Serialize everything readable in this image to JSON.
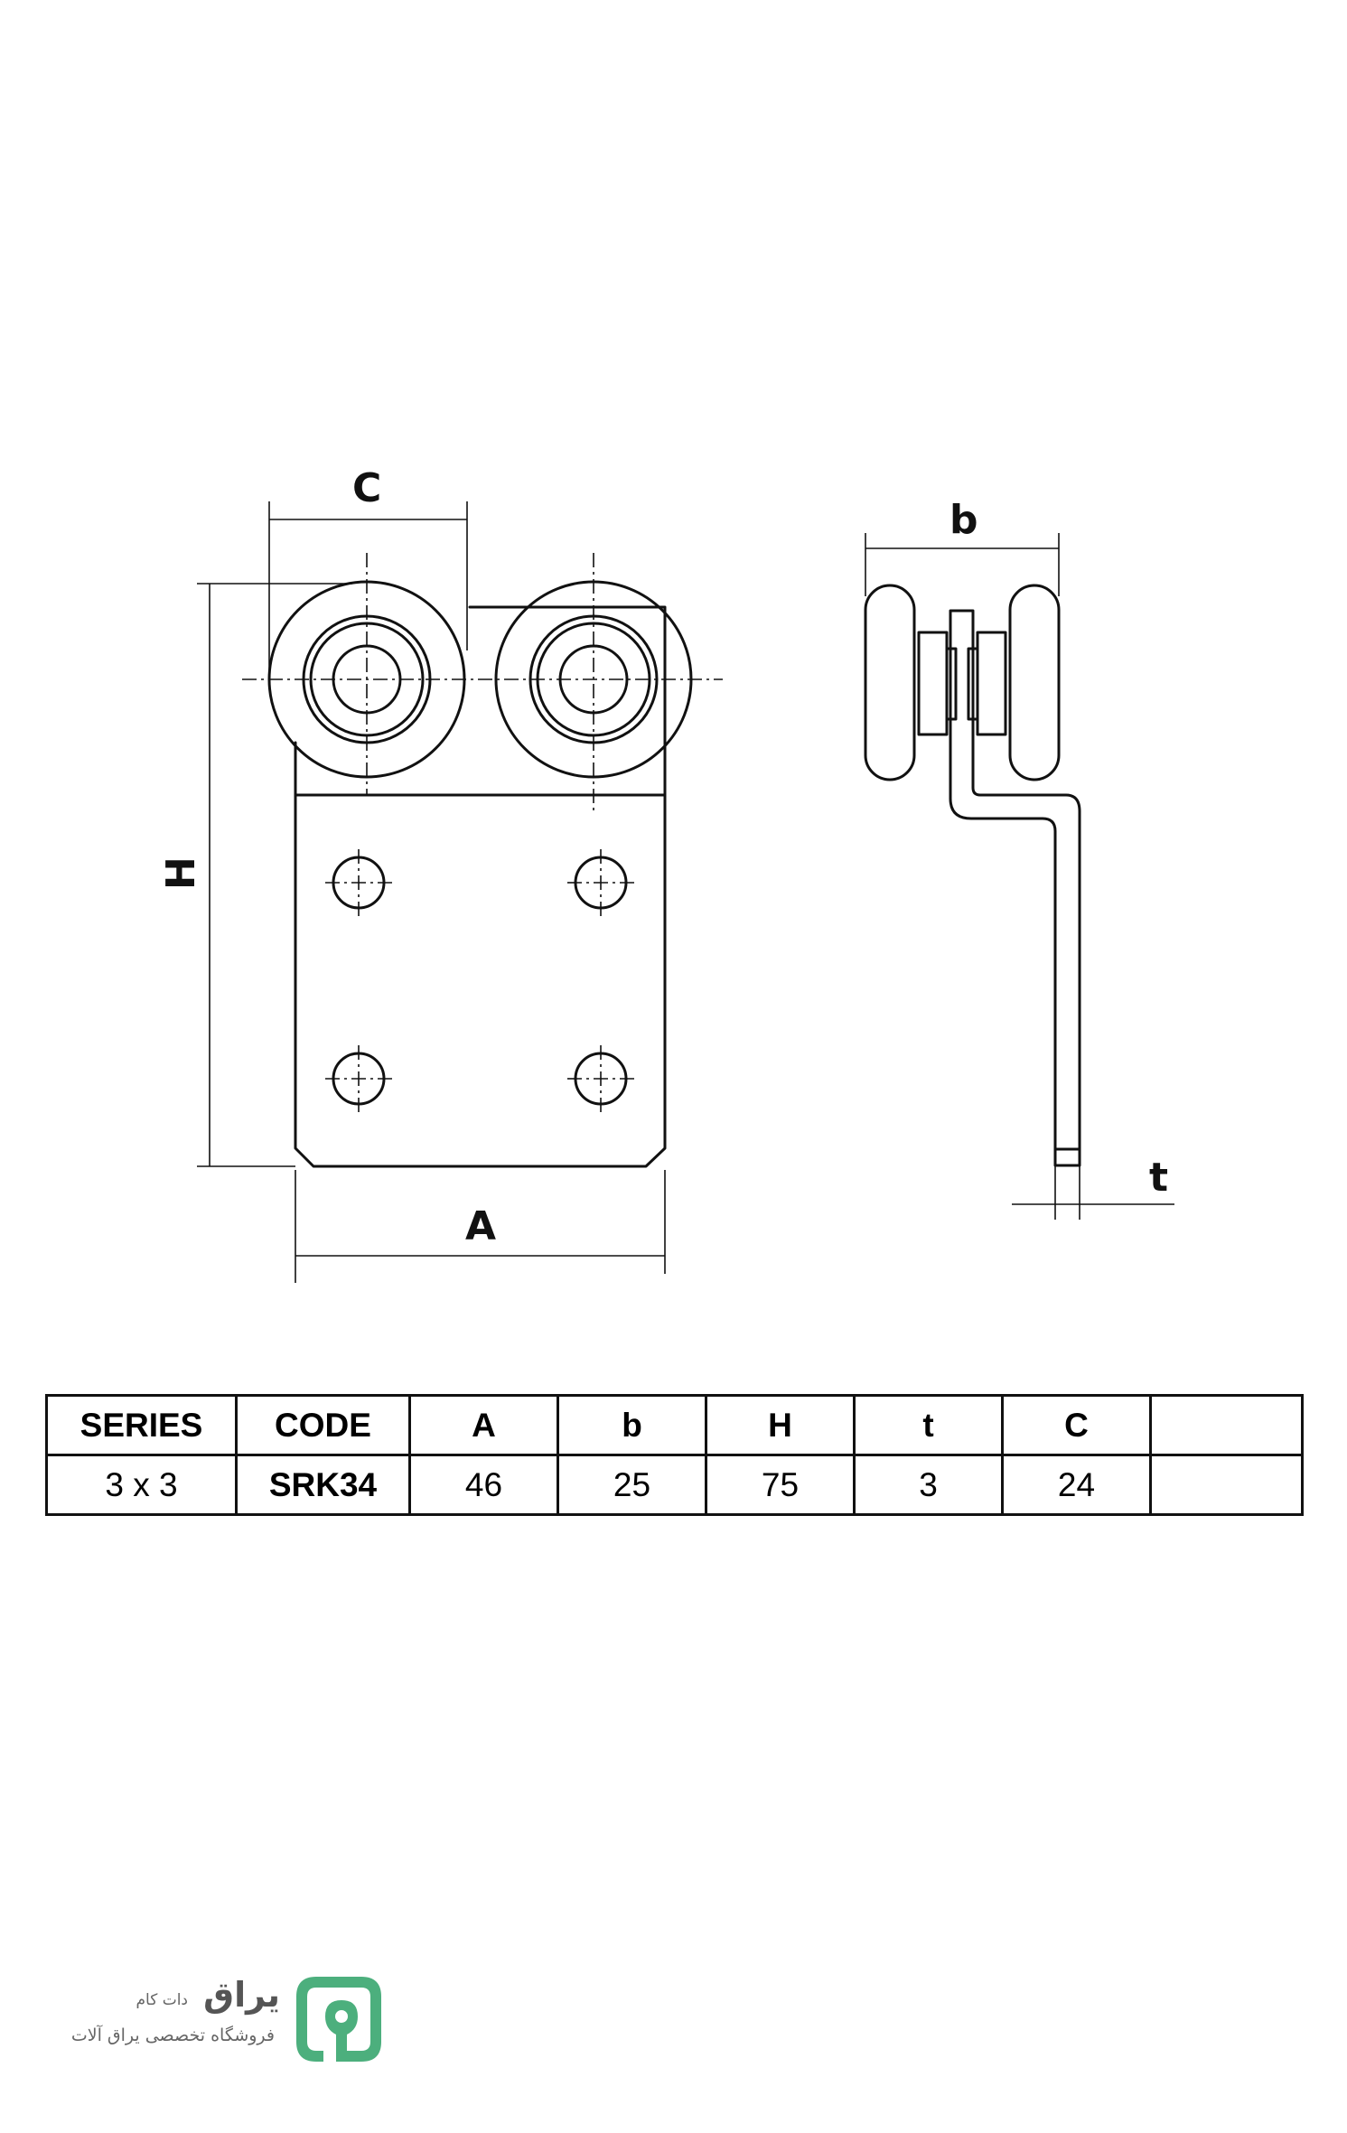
{
  "drawing": {
    "labels": {
      "c": "C",
      "b": "b",
      "h": "H",
      "a": "A",
      "t": "t"
    }
  },
  "table": {
    "headers": [
      "SERIES",
      "CODE",
      "A",
      "b",
      "H",
      "t",
      "C",
      ""
    ],
    "row": [
      "3 x 3",
      "SRK34",
      "46",
      "25",
      "75",
      "3",
      "24",
      ""
    ]
  },
  "logo": {
    "name": "یراق",
    "suffix": "دات کام",
    "tagline": "فروشگاه تخصصی یراق آلات",
    "color": "#4caf7d",
    "icon": "keyhole-icon"
  }
}
